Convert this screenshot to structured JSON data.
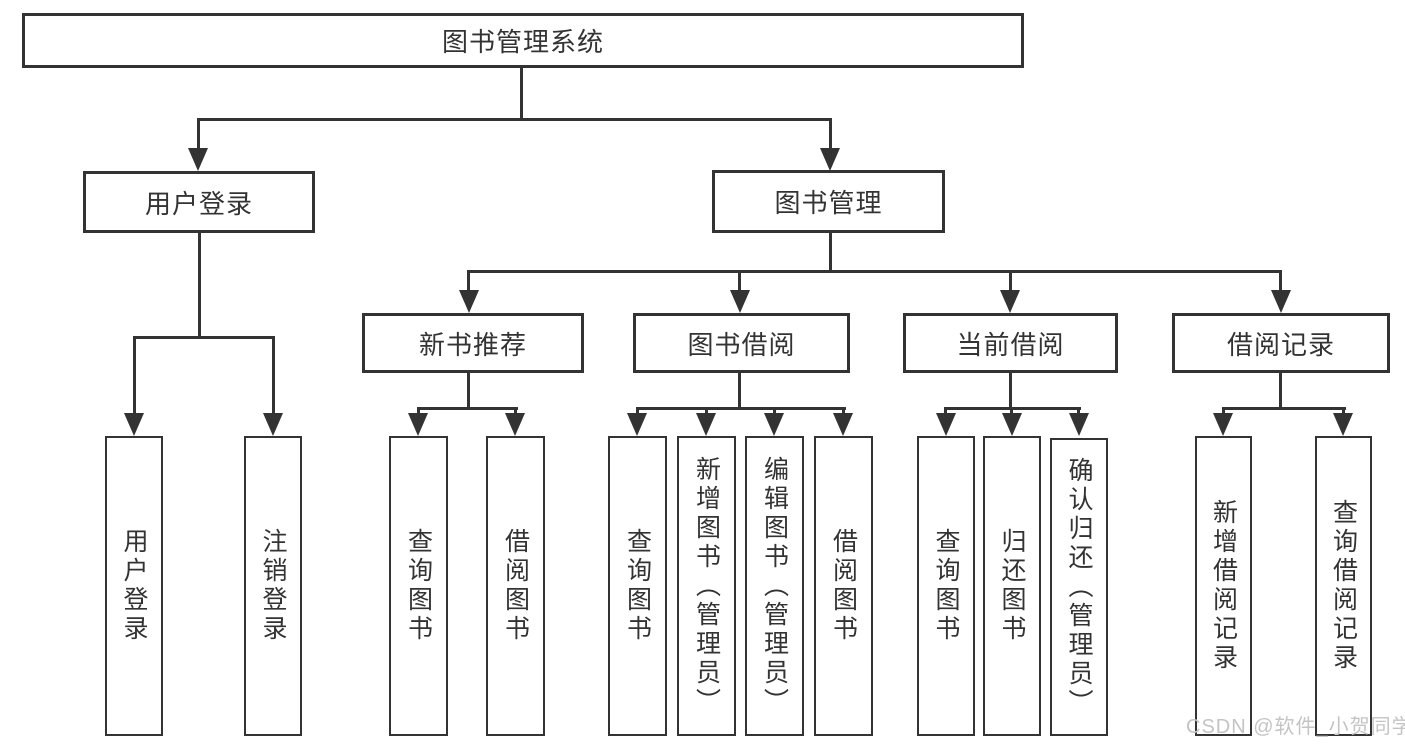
{
  "diagram": {
    "title_node": "图书管理系统",
    "nodes": {
      "root": {
        "label": "图书管理系统"
      },
      "user_login": {
        "label": "用户登录"
      },
      "book_management": {
        "label": "图书管理"
      },
      "new_book_recommend": {
        "label": "新书推荐"
      },
      "book_borrowing": {
        "label": "图书借阅"
      },
      "current_borrowing": {
        "label": "当前借阅"
      },
      "borrowing_records": {
        "label": "借阅记录"
      },
      "leaf_user_login": {
        "label": "用户登录"
      },
      "leaf_logout": {
        "label": "注销登录"
      },
      "leaf_nb_query_books": {
        "label": "查询图书"
      },
      "leaf_nb_borrow_books": {
        "label": "借阅图书"
      },
      "leaf_bb_query_books": {
        "label": "查询图书"
      },
      "leaf_bb_add_books": {
        "label": "新增图书（管理员）"
      },
      "leaf_bb_edit_books": {
        "label": "编辑图书（管理员）"
      },
      "leaf_bb_borrow_books": {
        "label": "借阅图书"
      },
      "leaf_cb_query_books": {
        "label": "查询图书"
      },
      "leaf_cb_return_books": {
        "label": "归还图书"
      },
      "leaf_cb_confirm_return": {
        "label": "确认归还（管理员）"
      },
      "leaf_br_add_record": {
        "label": "新增借阅记录"
      },
      "leaf_br_query_record": {
        "label": "查询借阅记录"
      }
    },
    "colors": {
      "line": "#333333",
      "box_background": "#ffffff",
      "text": "#333333",
      "watermark": "#c4c4c4"
    }
  },
  "watermark": {
    "text": "CSDN @软件_小贺同学"
  }
}
